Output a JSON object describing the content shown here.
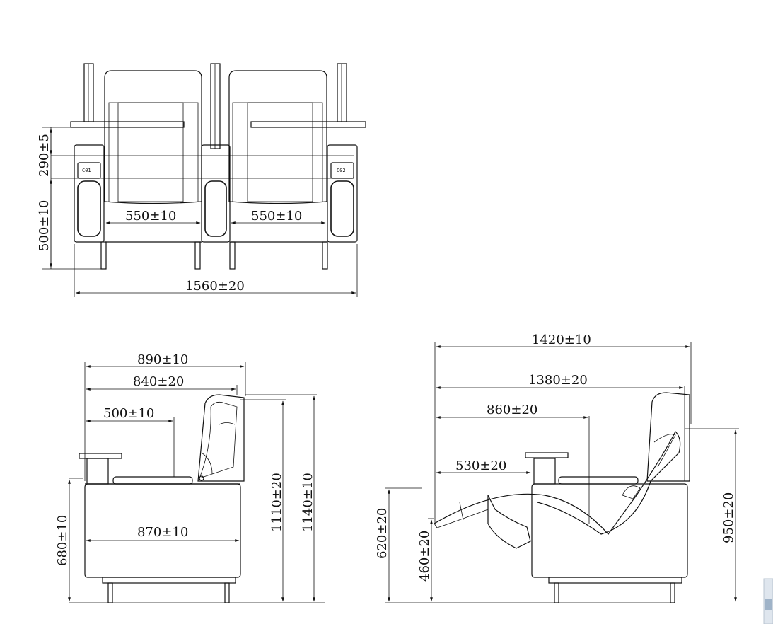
{
  "front_view": {
    "seat_labels": [
      "C01",
      "C02"
    ],
    "dims": {
      "armrest_height": "290±5",
      "seat_height": "500±10",
      "seat_width_left": "550±10",
      "seat_width_right": "550±10",
      "total_width": "1560±20"
    }
  },
  "side_view_upright": {
    "dims": {
      "depth_overall": "890±10",
      "depth_seat": "840±20",
      "seat_depth": "500±10",
      "base_depth": "870±10",
      "base_height": "680±10",
      "back_height": "1110±20",
      "total_height": "1140±10"
    }
  },
  "side_view_reclined": {
    "dims": {
      "length_overall": "1420±10",
      "length_body": "1380±20",
      "back_depth": "860±20",
      "legrest_length": "530±20",
      "legrest_height_high": "620±20",
      "legrest_height_low": "460±20",
      "reclined_height": "950±20"
    }
  }
}
